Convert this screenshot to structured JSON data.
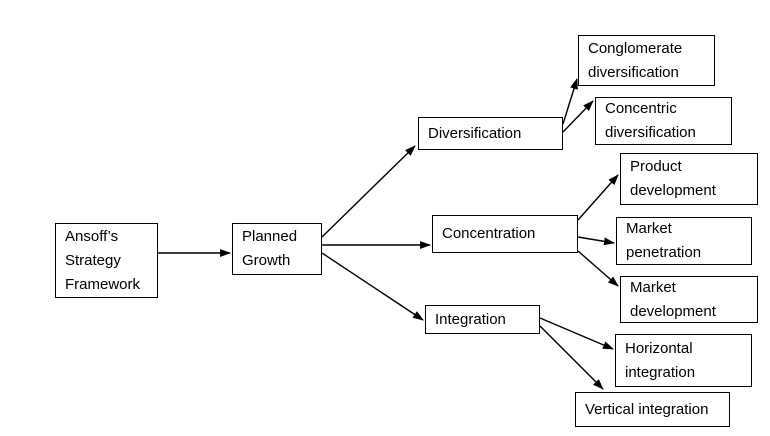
{
  "diagram": {
    "type": "flowchart",
    "title": "Ansoff’s Strategy Framework",
    "colors": {
      "background": "#ffffff",
      "box_fill": "#ffffff",
      "box_border": "#000000",
      "text": "#000000",
      "connector": "#000000"
    },
    "nodes": {
      "ansoff": {
        "label": "Ansoff’s\nStrategy\nFramework"
      },
      "planned_growth": {
        "label": "Planned\nGrowth"
      },
      "diversification": {
        "label": "Diversification"
      },
      "concentration": {
        "label": "Concentration"
      },
      "integration": {
        "label": "Integration"
      },
      "conglomerate_diversification": {
        "label": "Conglomerate\ndiversification"
      },
      "concentric_diversification": {
        "label": "Concentric\ndiversification"
      },
      "product_development": {
        "label": "Product\ndevelopment"
      },
      "market_penetration": {
        "label": "Market\npenetration"
      },
      "market_development": {
        "label": "Market\ndevelopment"
      },
      "horizontal_integration": {
        "label": "Horizontal\nintegration"
      },
      "vertical_integration": {
        "label": "Vertical integration"
      }
    },
    "edges": [
      {
        "from": "ansoff",
        "to": "planned_growth"
      },
      {
        "from": "planned_growth",
        "to": "diversification"
      },
      {
        "from": "planned_growth",
        "to": "concentration"
      },
      {
        "from": "planned_growth",
        "to": "integration"
      },
      {
        "from": "diversification",
        "to": "conglomerate_diversification"
      },
      {
        "from": "diversification",
        "to": "concentric_diversification"
      },
      {
        "from": "concentration",
        "to": "product_development"
      },
      {
        "from": "concentration",
        "to": "market_penetration"
      },
      {
        "from": "concentration",
        "to": "market_development"
      },
      {
        "from": "integration",
        "to": "horizontal_integration"
      },
      {
        "from": "integration",
        "to": "vertical_integration"
      }
    ]
  }
}
